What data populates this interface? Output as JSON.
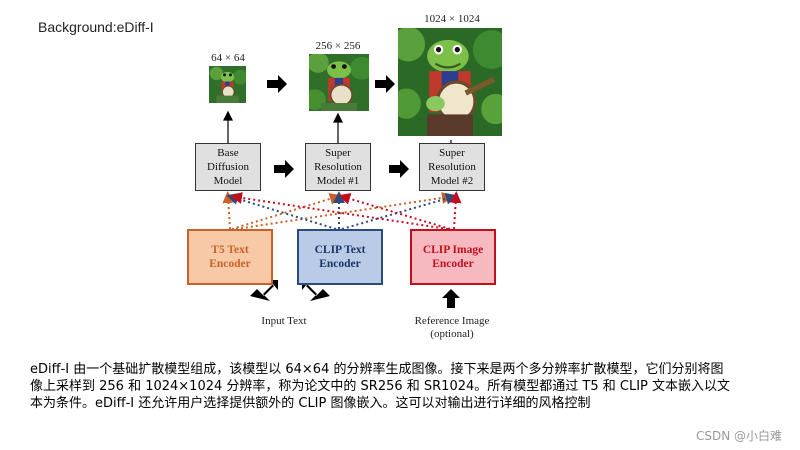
{
  "title": "Background:eDiff-I",
  "resolutions": [
    "64 × 64",
    "256 × 256",
    "1024 × 1024"
  ],
  "models": [
    "Base\nDiffusion\nModel",
    "Super\nResolution\nModel #1",
    "Super\nResolution\nModel #2"
  ],
  "encoders": [
    {
      "label": "T5 Text\nEncoder",
      "bg": "#f8c9a6",
      "border": "#c8622a",
      "text": "#c8622a"
    },
    {
      "label": "CLIP Text\nEncoder",
      "bg": "#b9cbe6",
      "border": "#2b4a80",
      "text": "#1c3664"
    },
    {
      "label": "CLIP Image\nEncoder",
      "bg": "#f6b9c0",
      "border": "#c01020",
      "text": "#c01020"
    }
  ],
  "inputs": {
    "text": "Input Text",
    "image": "Reference Image\n(optional)"
  },
  "caption": "eDiff-I 由一个基础扩散模型组成，该模型以 64×64 的分辨率生成图像。接下来是两个多分辨率扩散模型，它们分别将图像上采样到 256 和 1024×1024 分辨率，称为论文中的 SR256 和 SR1024。所有模型都通过 T5 和 CLIP 文本嵌入以文本为条件。eDiff-I 还允许用户选择提供额外的 CLIP 图像嵌入。这可以对输出进行详细的风格控制",
  "watermark": "CSDN @小白难"
}
